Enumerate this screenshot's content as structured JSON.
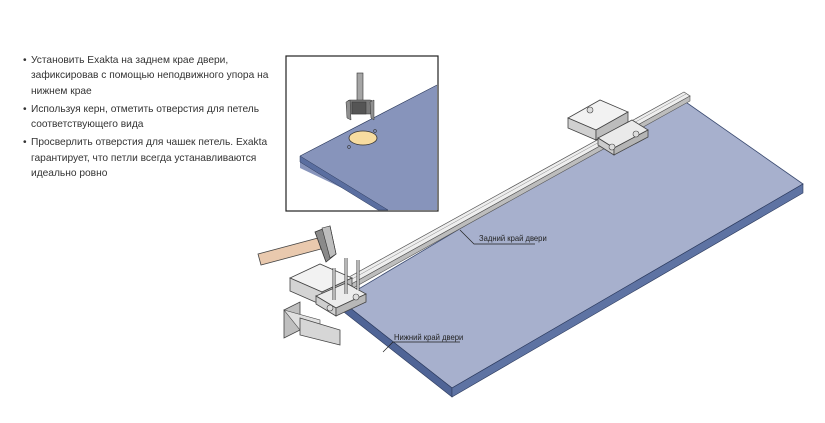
{
  "instructions": [
    {
      "bullet": "•",
      "text": "Установить Exakta на заднем крае двери, зафиксировав с помощью неподвижного упора на нижнем крае"
    },
    {
      "bullet": "•",
      "text": "Используя керн, отметить отверстия для петель соответствующего вида"
    },
    {
      "bullet": "•",
      "text": "Просверлить отверстия для чашек петель. Exakta гарантирует, что петли всегда устанавливаются идеально ровно"
    }
  ],
  "illustration": {
    "labels": {
      "back_edge": "Задний край двери",
      "bottom_edge": "Нижний край двери"
    },
    "colors": {
      "panel_top": "#a7b0cd",
      "panel_edge": "#4f6496",
      "inset_panel": "#8794bb",
      "hole": "#f7dca0",
      "hammer_handle": "#e9c9ae",
      "metal": "#d8d8d8"
    }
  }
}
